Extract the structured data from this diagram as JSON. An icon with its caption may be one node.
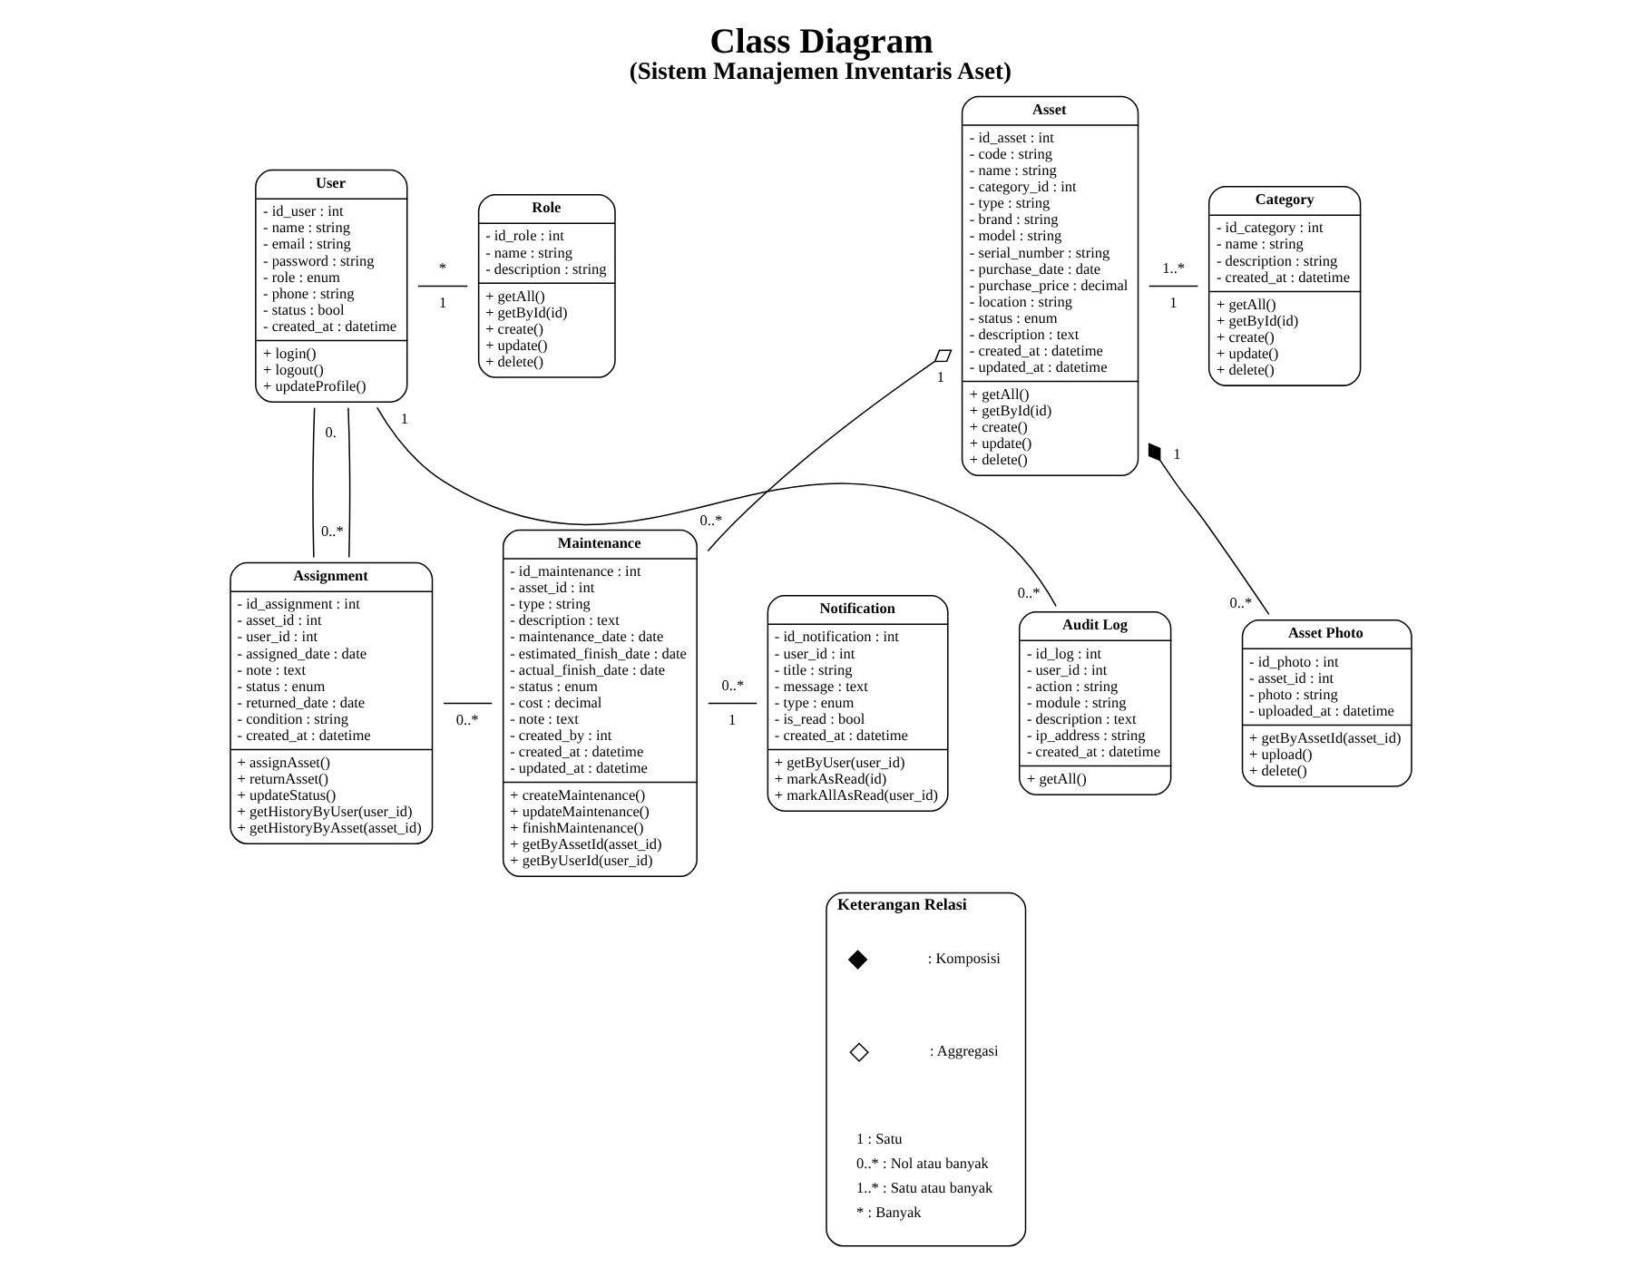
{
  "diagram": {
    "title": "Class Diagram",
    "caption": "(Sistem Manajemen Inventaris Aset)",
    "nodes": [
      {
        "text": [
          "User",
          "- id_user : int",
          "- name : string",
          "- email : string",
          "- password : string",
          "- role : enum",
          "- phone : string",
          "- status : bool",
          "- created_at : datetime",
          "+ login()",
          "+ logout()",
          "+ updateProfile()"
        ]
      },
      {
        "text": [
          "Role",
          "- id_role : int",
          "- name : string",
          "- description : string",
          "+ getAll()",
          "+ getById(id)",
          "+ create()",
          "+ update()",
          "+ delete()"
        ]
      },
      {
        "text": [
          "Asset",
          "- id_asset : int",
          "- code : string",
          "- name : string",
          "- category_id : int",
          "- type : string",
          "- brand : string",
          "- model : string",
          "- serial_number : string",
          "- purchase_date : date",
          "- purchase_price : decimal",
          "- location : string",
          "- status : enum",
          "- description : text",
          "- created_at : datetime",
          "- updated_at : datetime",
          "+ getAll()",
          "+ getById(id)",
          "+ create()",
          "+ update()",
          "+ delete()"
        ]
      },
      {
        "text": [
          "Category",
          "- id_category : int",
          "- name : string",
          "- description : string",
          "- created_at : datetime",
          "+ getAll()",
          "+ getById(id)",
          "+ create()",
          "+ update()",
          "+ delete()"
        ]
      },
      {
        "text": [
          "Asset Photo",
          "- id_photo : int",
          "- asset_id : int",
          "- photo : string",
          "- uploaded_at : datetime",
          "+ getByAssetId(asset_id)",
          "+ upload()",
          "+ delete()"
        ]
      },
      {
        "text": [
          "Assignment",
          "- id_assignment : int",
          "- asset_id : int",
          "- user_id : int",
          "- assigned_date : date",
          "- note : text",
          "- status : enum",
          "- returned_date : date",
          "- condition : string",
          "- created_at : datetime",
          "+ assignAsset()",
          "+ returnAsset()",
          "+ updateStatus()",
          "+ getHistoryByUser(user_id)",
          "+ getHistoryByAsset(asset_id)"
        ]
      },
      {
        "text": [
          "Maintenance",
          "- id_maintenance : int",
          "- asset_id : int",
          "- type : string",
          "- description : text",
          "- maintenance_date : date",
          "- estimated_finish_date : date",
          "- actual_finish_date : date",
          "- status : enum",
          "- cost : decimal",
          "- note : text",
          "- created_by : int",
          "- created_at : datetime",
          "- updated_at : datetime",
          "+ createMaintenance()",
          "+ updateMaintenance()",
          "+ finishMaintenance()",
          "+ getByAssetId(asset_id)",
          "+ getByUserId(user_id)"
        ]
      },
      {
        "text": [
          "Notification",
          "- id_notification : int",
          "- user_id : int",
          "- title : string",
          "- message : text",
          "- type : enum",
          "- is_read : bool",
          "- created_at : datetime",
          "+ getByUser(user_id)",
          "+ markAsRead(id)",
          "+ markAllAsRead(user_id)"
        ]
      },
      {
        "text": [
          "Audit Log",
          "- id_log : int",
          "- user_id : int",
          "- action : string",
          "- module : string",
          "- description : text",
          "- ip_address : string",
          "- created_at : datetime",
          "+ getAll()"
        ]
      },
      {
        "text": [
          "Keterangan Relasi"
        ]
      }
    ],
    "edges": [
      {
        "from": 0,
        "to": 1,
        "arrow": "none"
      },
      {
        "from": 2,
        "to": 3,
        "arrow": "none"
      },
      {
        "from": 2,
        "to": 4,
        "arrow": "other"
      },
      {
        "from": 0,
        "to": 8,
        "arrow": "none"
      },
      {
        "from": 0,
        "to": 5,
        "arrow": "none"
      },
      {
        "from": 0,
        "to": 5,
        "arrow": "none"
      },
      {
        "from": 2,
        "to": 6,
        "arrow": "other"
      },
      {
        "from": 5,
        "to": 6,
        "arrow": "none"
      },
      {
        "from": 6,
        "to": 7,
        "arrow": "none"
      }
    ],
    "labels": [
      "1..*",
      "1",
      "*",
      "1",
      "1",
      "1",
      "0.",
      "0..*",
      "1",
      "0..*",
      "0..*",
      "0..*",
      "0..*",
      "1",
      "0..*"
    ],
    "legend": [
      {
        "text": ": Komposisi"
      },
      {
        "text": ": Aggregasi"
      },
      {
        "text": "1 : Satu"
      },
      {
        "text": "0..* : Nol atau banyak"
      },
      {
        "text": "1..* : Satu atau banyak"
      },
      {
        "text": "* : Banyak"
      }
    ]
  }
}
